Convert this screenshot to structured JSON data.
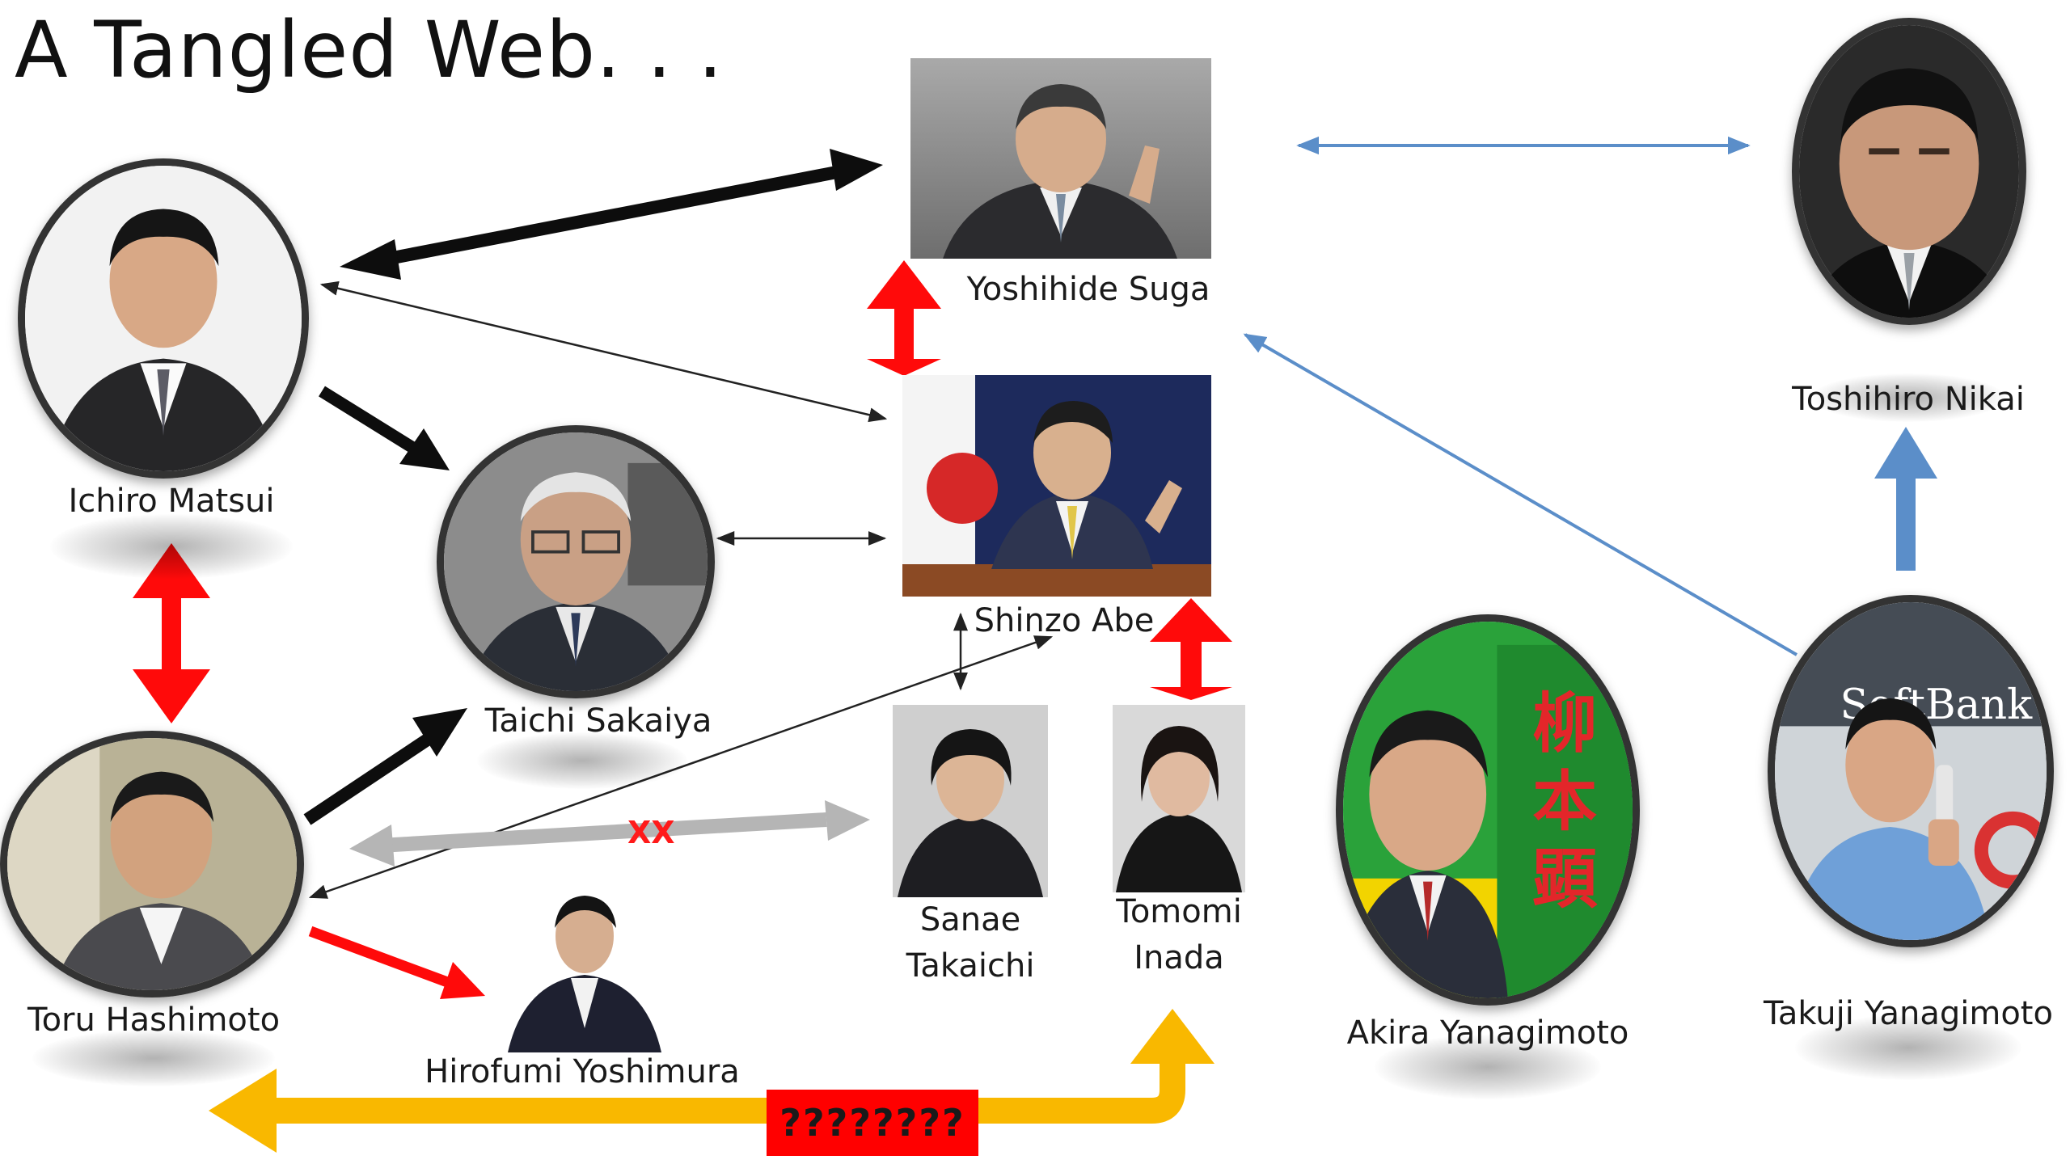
{
  "title": "A Tangled Web. . .",
  "people": {
    "suga": {
      "name": "Yoshihide Suga"
    },
    "abe": {
      "name": "Shinzo Abe"
    },
    "nikai": {
      "name": "Toshihiro Nikai"
    },
    "matsui": {
      "name": "Ichiro Matsui"
    },
    "sakaiya": {
      "name": "Taichi Sakaiya"
    },
    "hashimoto": {
      "name": "Toru Hashimoto"
    },
    "yoshimura": {
      "name": "Hirofumi Yoshimura"
    },
    "takaichi": {
      "name": "Sanae\nTakaichi"
    },
    "inada": {
      "name": "Tomomi\nInada"
    },
    "akira": {
      "name": "Akira Yanagimoto"
    },
    "takuji": {
      "name": "Takuji Yanagimoto"
    }
  },
  "annotations": {
    "xx": "XX",
    "question": "????????"
  },
  "poster_text": {
    "big": [
      "柳",
      "本",
      "顕"
    ],
    "sign": "SoftBank"
  },
  "colors": {
    "black": "#0d0d0d",
    "red": "#ff0a0a",
    "blue": "#5b8ec9",
    "gray": "#b5b5b5",
    "orange": "#f9b800",
    "photo_border": "#333333"
  }
}
